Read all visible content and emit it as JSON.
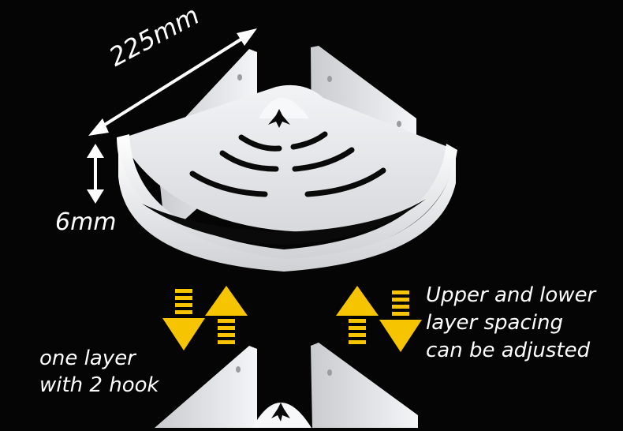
{
  "dimensions": {
    "width_label": "225mm",
    "height_label": "6mm"
  },
  "notes": {
    "left_line1": "one layer",
    "left_line2": "with 2 hook",
    "right_line1": "Upper and lower",
    "right_line2": "layer spacing",
    "right_line3": "can be adjusted"
  },
  "colors": {
    "background": "#050505",
    "shelf": "#e9eaec",
    "arrow": "#f6c400",
    "text": "#ffffff"
  },
  "icons": [
    "double-arrow-icon",
    "vertical-double-arrow-icon",
    "adjust-arrows-icon"
  ]
}
